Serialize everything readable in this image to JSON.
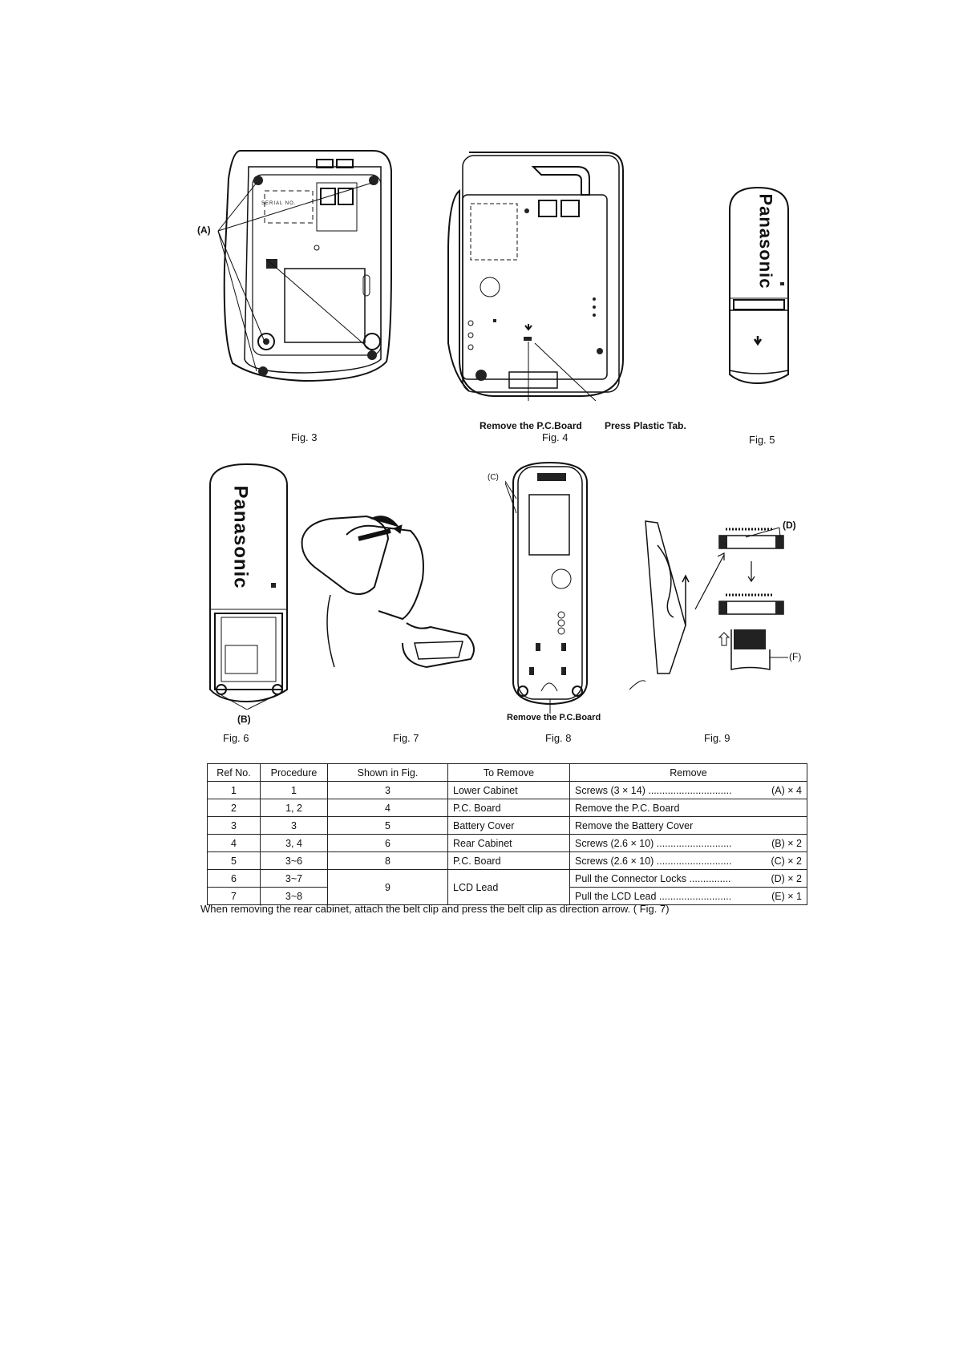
{
  "figures": {
    "fig3": {
      "caption": "Fig. 3",
      "callout": "(A)",
      "serial_text": "SERIAL NO."
    },
    "fig4": {
      "caption": "Fig. 4",
      "note_left": "Remove the P.C.Board",
      "note_right": "Press Plastic Tab."
    },
    "fig5": {
      "caption": "Fig. 5",
      "brand": "Panasonic"
    },
    "fig6": {
      "caption": "Fig. 6",
      "brand": "Panasonic",
      "callout": "(B)"
    },
    "fig7": {
      "caption": "Fig. 7"
    },
    "fig8": {
      "caption": "Fig. 8",
      "callout": "(C)",
      "note": "Remove the P.C.Board"
    },
    "fig9": {
      "caption": "Fig. 9",
      "callout_d": "(D)",
      "callout_f": "(F)"
    }
  },
  "table": {
    "headers": [
      "Ref No.",
      "Procedure",
      "Shown in Fig.",
      "To Remove",
      "Remove"
    ],
    "rows": [
      {
        "ref": "1",
        "procedure": "1",
        "fig": "3",
        "to_remove": "Lower Cabinet",
        "remove": "Screws (3 × 14) ..............................",
        "qty": "(A) × 4"
      },
      {
        "ref": "2",
        "procedure": "1, 2",
        "fig": "4",
        "to_remove": "P.C. Board",
        "remove": "Remove the P.C. Board",
        "qty": ""
      },
      {
        "ref": "3",
        "procedure": "3",
        "fig": "5",
        "to_remove": "Battery Cover",
        "remove": "Remove the Battery Cover",
        "qty": ""
      },
      {
        "ref": "4",
        "procedure": "3, 4",
        "fig": "6",
        "to_remove": "Rear Cabinet",
        "remove": "Screws (2.6 × 10) ...........................",
        "qty": "(B) × 2"
      },
      {
        "ref": "5",
        "procedure": "3~6",
        "fig": "8",
        "to_remove": "P.C. Board",
        "remove": "Screws (2.6 × 10) ...........................",
        "qty": "(C) × 2"
      },
      {
        "ref": "6",
        "procedure": "3~7",
        "fig": "9",
        "to_remove": "LCD Lead",
        "remove": "Pull the Connector Locks ...............",
        "qty": "(D) × 2"
      },
      {
        "ref": "7",
        "procedure": "3~8",
        "fig": "",
        "to_remove": "",
        "remove": "Pull the LCD Lead ..........................",
        "qty": "(E) × 1"
      }
    ]
  },
  "note": "When removing the rear cabinet, attach the belt clip and press the belt clip as direction arrow. ( Fig. 7)"
}
